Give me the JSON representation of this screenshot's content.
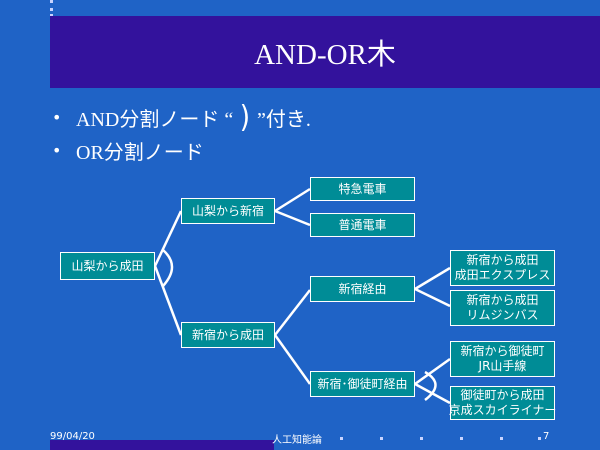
{
  "slide": {
    "title": "AND-OR木",
    "bullets": [
      {
        "before": "AND分割ノード “",
        "symbol": ")",
        "after": "”付き."
      },
      {
        "before": "OR分割ノード",
        "symbol": "",
        "after": ""
      }
    ]
  },
  "tree": {
    "root": "山梨から成田",
    "branch_top": "山梨から新宿",
    "express": "特急電車",
    "local": "普通電車",
    "branch_bottom": "新宿から成田",
    "via_shinjuku": "新宿経由",
    "shinjuku_ne_1": "新宿から成田",
    "shinjuku_ne_2": "成田エクスプレス",
    "shinjuku_limo_1": "新宿から成田",
    "shinjuku_limo_2": "リムジンバス",
    "via_okachimachi": "新宿･御徒町経由",
    "to_okachi_1": "新宿から御徒町",
    "to_okachi_2": "JR山手線",
    "okachi_narita_1": "御徒町から成田",
    "okachi_narita_2": "京成スカイライナー"
  },
  "footer": {
    "date": "99/04/20",
    "course": "人工知能論",
    "page": "7"
  },
  "colors": {
    "background": "#1f63c6",
    "title_bar": "#33129c",
    "node_fill": "#008c96",
    "line": "#ffffff"
  }
}
